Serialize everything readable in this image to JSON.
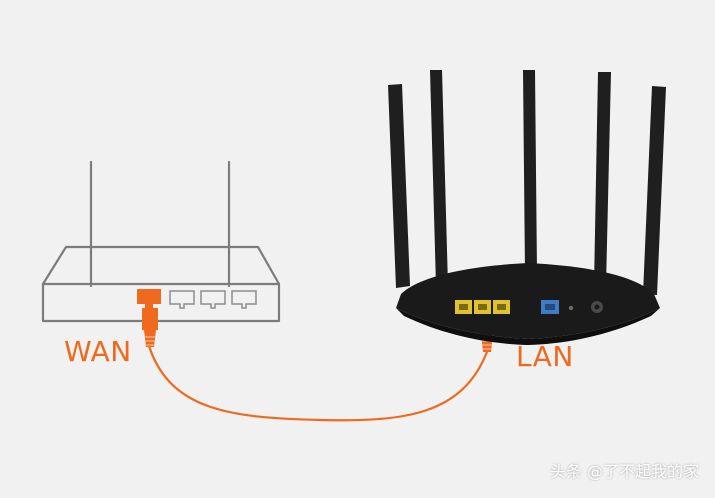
{
  "labels": {
    "wan": "WAN",
    "lan": "LAN"
  },
  "watermark": "头条 @了不起我的家",
  "colors": {
    "background": "#f1f1f1",
    "outline_router": "#7c7c7c",
    "cable_orange": "#ef6a1e",
    "router_body": "#1f1f1f",
    "lan_port_yellow": "#e2c12e",
    "wan_port_blue": "#3f7cc8"
  },
  "icons": {
    "left_router": "modem-outline-icon",
    "right_router": "wifi-router-icon",
    "cable": "ethernet-cable-icon"
  }
}
